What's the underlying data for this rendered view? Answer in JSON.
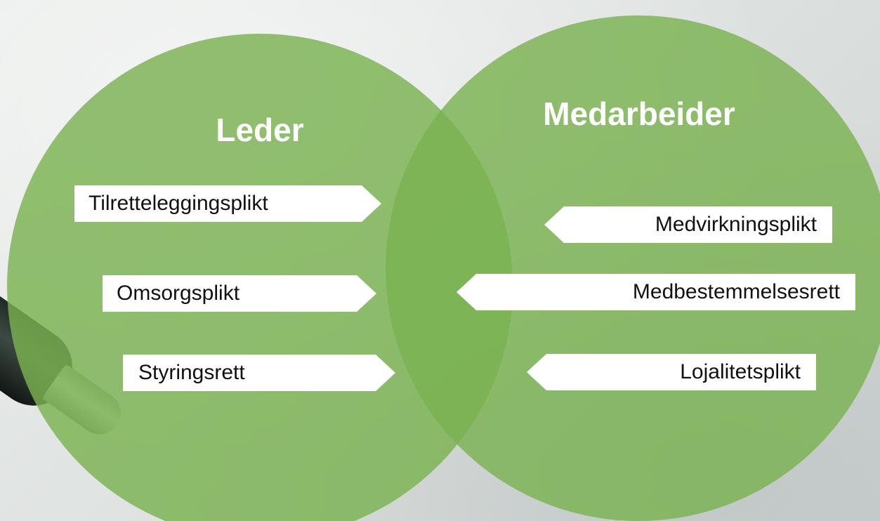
{
  "diagram": {
    "left_title": "Leder",
    "right_title": "Medarbeider",
    "left_items": [
      "Tilretteleggingsplikt",
      "Omsorgsplikt",
      "Styringsrett"
    ],
    "right_items": [
      "Medvirkningsplikt",
      "Medbestemmelsesrett",
      "Lojalitetsplikt"
    ]
  },
  "colors": {
    "circle_green": "#7ab250",
    "label_background": "#ffffff",
    "title_text": "#ffffff",
    "label_text": "#111111"
  },
  "icons": {
    "background_object": "pen-icon"
  }
}
